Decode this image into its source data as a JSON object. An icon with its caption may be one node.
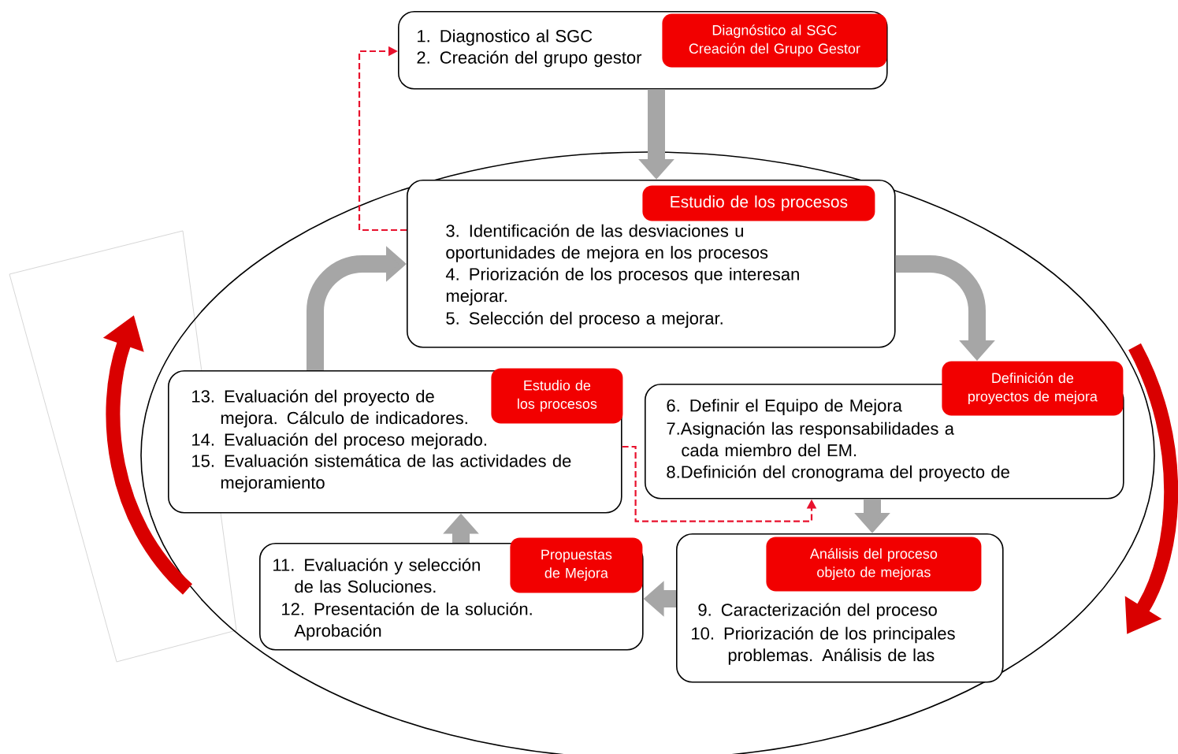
{
  "diagram": {
    "nodes": [
      {
        "text": [
          "1. Diagnostico al SGC",
          "2. Creación del grupo gestor",
          "Diagnóstico al SGC Creación del Grupo Gestor"
        ]
      },
      {
        "text": [
          "Estudio de los procesos",
          "3. Identificación de las desviaciones u oportunidades de mejora en los procesos",
          "4. Priorización de los procesos que interesan mejorar.",
          "5. Selección del proceso a mejorar."
        ]
      },
      {
        "text": [
          "Estudio de los procesos",
          "13. Evaluación del proyecto de mejora. Cálculo de indicadores.",
          "14. Evaluación del proceso mejorado.",
          "15. Evaluación sistemática de las actividades de mejoramiento"
        ]
      },
      {
        "text": [
          "Definición de proyectos de mejora",
          "6. Definir el Equipo de Mejora",
          "7.Asignación las responsabilidades a cada miembro del EM.",
          "8.Definición del cronograma del proyecto de"
        ]
      },
      {
        "text": [
          "11. Evaluación y selección de las Soluciones.",
          "Propuestas de Mejora",
          "12. Presentación de la solución. Aprobación"
        ]
      },
      {
        "text": [
          "Análisis del proceso objeto de mejoras",
          "9. Caracterización del proceso",
          "10. Priorización de los principales problemas. Análisis de las"
        ]
      }
    ],
    "edges": [
      {
        "from": 0,
        "to": 1,
        "arrow": "to"
      },
      {
        "from": 1,
        "to": 3,
        "arrow": "to"
      },
      {
        "from": 3,
        "to": 5,
        "arrow": "to"
      },
      {
        "from": 5,
        "to": 4,
        "arrow": "to"
      },
      {
        "from": 4,
        "to": 2,
        "arrow": "to"
      },
      {
        "from": 2,
        "to": 1,
        "arrow": "to"
      },
      {
        "from": 1,
        "to": 0,
        "arrow": "to",
        "style": "dashed",
        "color": "#e8112d"
      },
      {
        "from": 2,
        "to": 3,
        "arrow": "to",
        "style": "dashed",
        "color": "#e8112d"
      }
    ]
  }
}
